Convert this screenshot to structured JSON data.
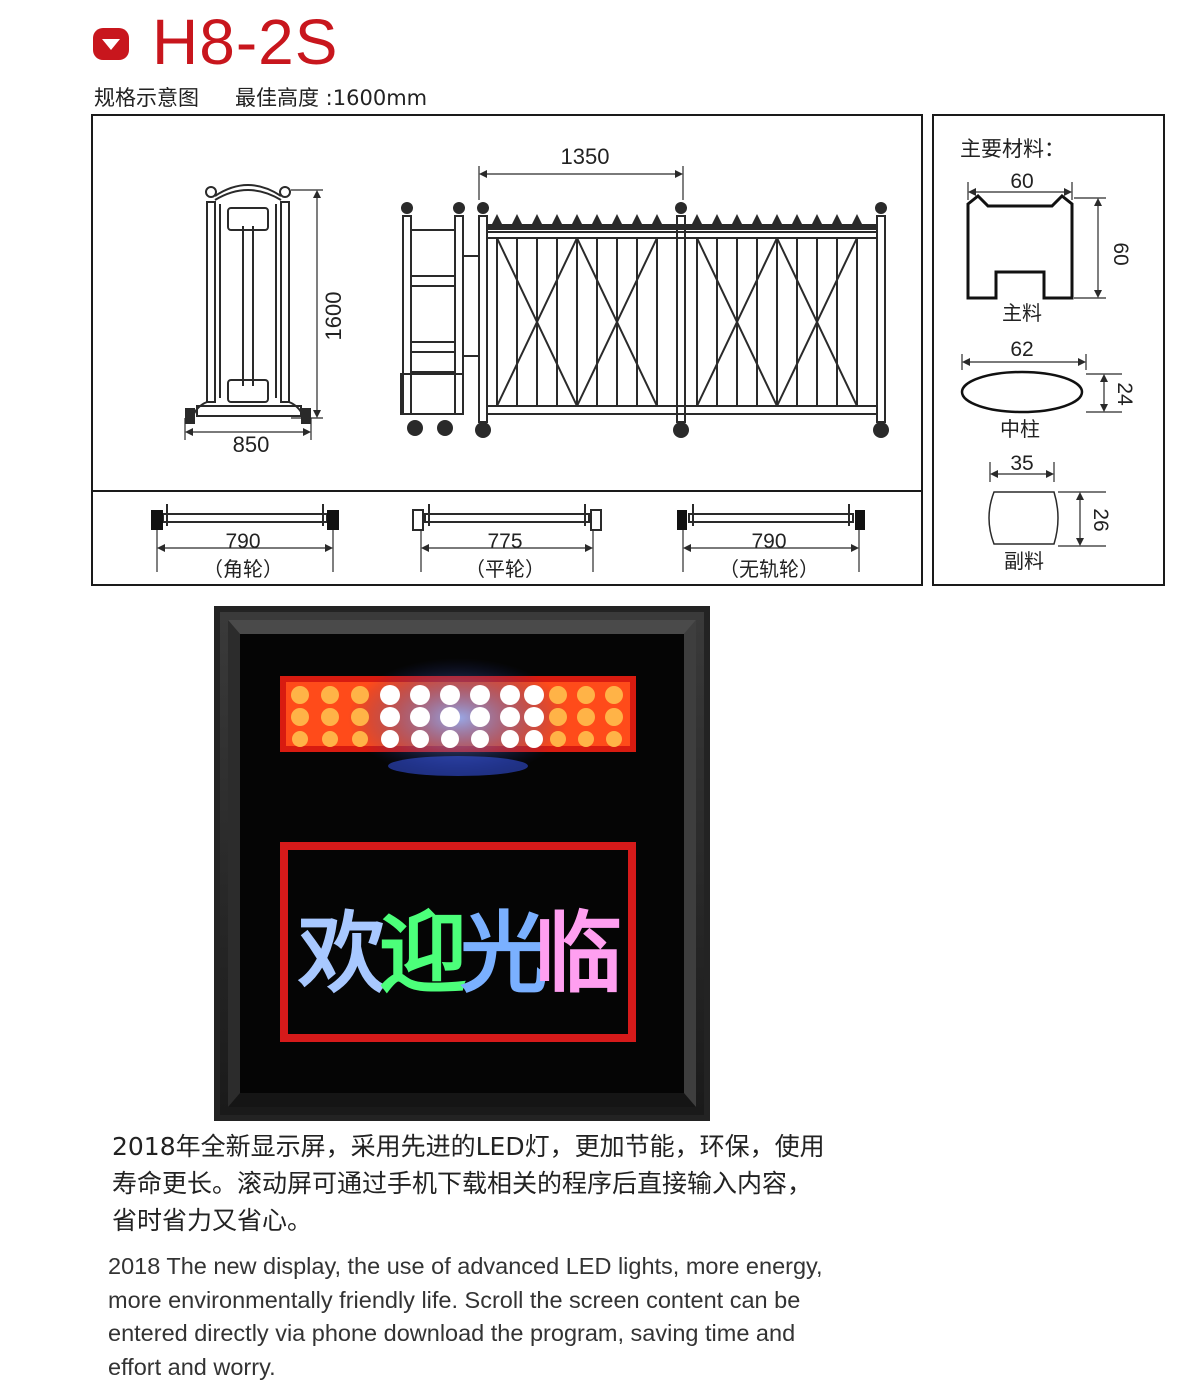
{
  "product": {
    "model": "H8-2S",
    "spec_label": "规格示意图",
    "height_label": "最佳高度 :1600mm"
  },
  "main_diagram": {
    "height_dim": "1600",
    "width_dim": "850",
    "section_dim": "1350"
  },
  "wheel_diagrams": [
    {
      "dim": "790",
      "label": "（角轮）"
    },
    {
      "dim": "775",
      "label": "（平轮）"
    },
    {
      "dim": "790",
      "label": "（无轨轮）"
    }
  ],
  "materials": {
    "title": "主要材料：",
    "main": {
      "width": "60",
      "height": "60",
      "label": "主料"
    },
    "column": {
      "width": "62",
      "height": "24",
      "label": "中柱"
    },
    "secondary": {
      "width": "35",
      "height": "26",
      "label": "副料"
    }
  },
  "led_sign": {
    "chars": [
      "欢",
      "迎",
      "光",
      "临"
    ]
  },
  "description": {
    "cn_lines": [
      "2018年全新显示屏，采用先进的LED灯，更加节能，环保，使用",
      "寿命更长。滚动屏可通过手机下载相关的程序后直接输入内容，",
      "省时省力又省心。"
    ],
    "en_lines": [
      "2018 The new display, the use of advanced LED lights, more energy,",
      "more environmentally friendly life. Scroll the screen content can be",
      "entered directly via phone download the program, saving time and",
      "effort and worry."
    ]
  },
  "colors": {
    "brand_red": "#c8161d",
    "char_colors": [
      "#a8c8ff",
      "#4cff7a",
      "#7ab0ff",
      "#ff9ff0"
    ]
  }
}
